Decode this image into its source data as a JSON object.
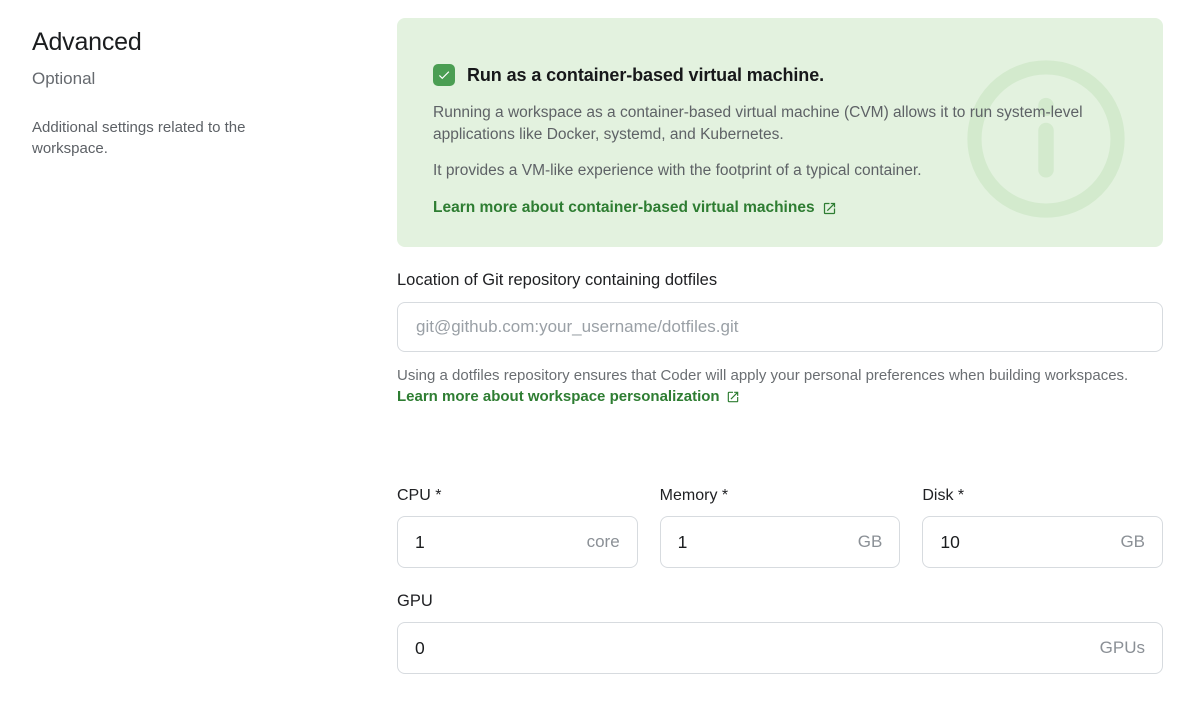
{
  "sidebar": {
    "title": "Advanced",
    "subtitle": "Optional",
    "description": "Additional settings related to the workspace."
  },
  "cvm_box": {
    "checkbox_checked": true,
    "title": "Run as a container-based virtual machine.",
    "paragraph1": "Running a workspace as a container-based virtual machine (CVM) allows it to run system-level applications like Docker, systemd, and Kubernetes.",
    "paragraph2": "It provides a VM-like experience with the footprint of a typical container.",
    "link_label": "Learn more about container-based virtual machines"
  },
  "dotfiles": {
    "label": "Location of Git repository containing dotfiles",
    "placeholder": "git@github.com:your_username/dotfiles.git",
    "helper_text": "Using a dotfiles repository ensures that Coder will apply your personal preferences when building workspaces.",
    "helper_link_label": "Learn more about workspace personalization"
  },
  "resources": {
    "cpu": {
      "label": "CPU *",
      "value": "1",
      "unit": "core"
    },
    "memory": {
      "label": "Memory *",
      "value": "1",
      "unit": "GB"
    },
    "disk": {
      "label": "Disk *",
      "value": "10",
      "unit": "GB"
    },
    "gpu": {
      "label": "GPU",
      "value": "0",
      "unit": "GPUs"
    }
  },
  "colors": {
    "callout_background": "#e3f2df",
    "watermark_green": "#d3eacd",
    "checkbox_green": "#4b9e53",
    "link_green": "#2e7d32",
    "body_gray": "#5e6266",
    "input_border": "#d7dbdf"
  }
}
